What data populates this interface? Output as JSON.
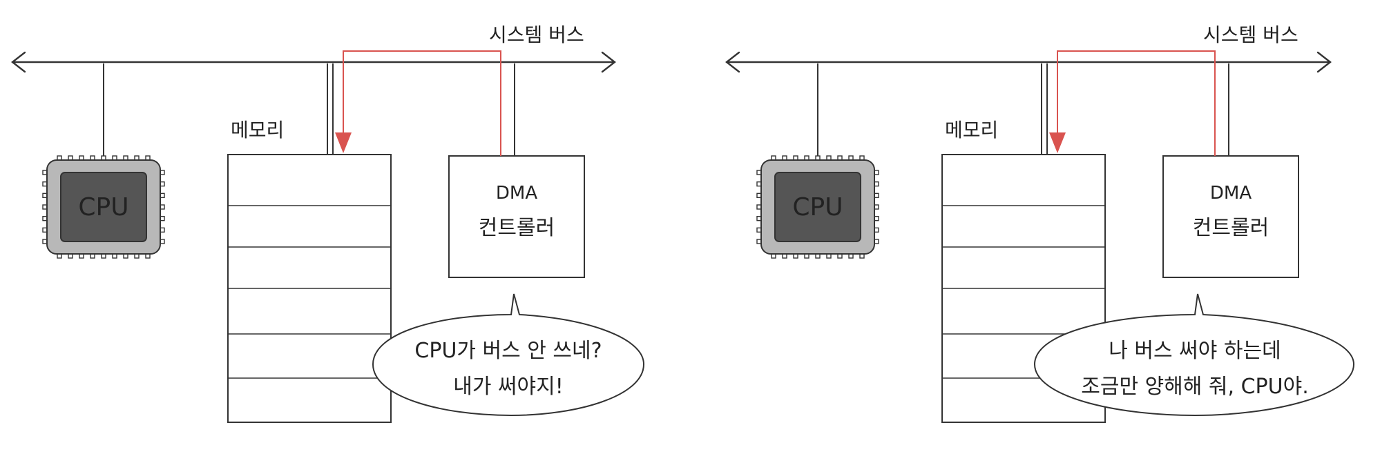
{
  "colors": {
    "line": "#333333",
    "dma_path": "#d9534f",
    "cpu_outer": "#b8b8b8",
    "cpu_inner": "#555555",
    "cpu_text": "#ffffff"
  },
  "panels": [
    {
      "bus_label": "시스템 버스",
      "memory_label": "메모리",
      "cpu_label": "CPU",
      "dma_label_line1": "DMA",
      "dma_label_line2": "컨트롤러",
      "bubble_line1": "CPU가 버스 안 쓰네?",
      "bubble_line2": "내가 써야지!"
    },
    {
      "bus_label": "시스템 버스",
      "memory_label": "메모리",
      "cpu_label": "CPU",
      "dma_label_line1": "DMA",
      "dma_label_line2": "컨트롤러",
      "bubble_line1": "나 버스 써야 하는데",
      "bubble_line2": "조금만 양해해 줘, CPU야."
    }
  ]
}
